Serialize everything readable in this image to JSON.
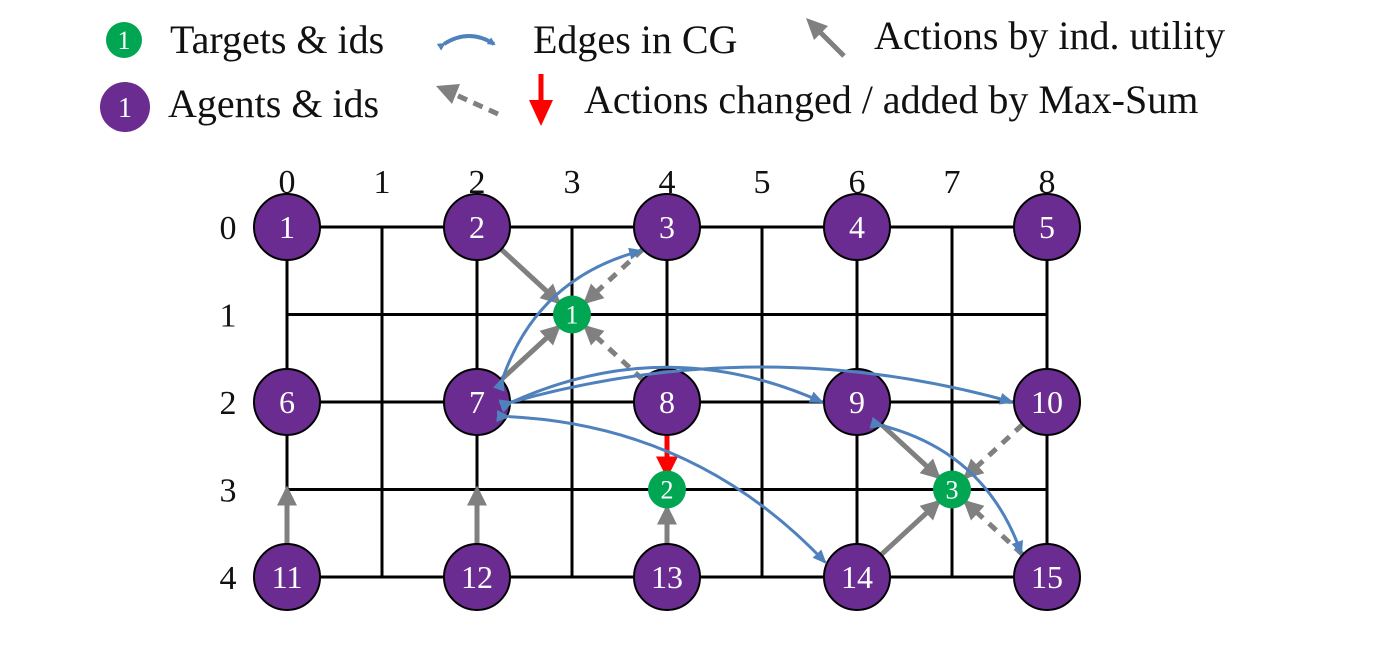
{
  "legend": {
    "targets": "Targets & ids",
    "edges": "Edges in CG",
    "ind_actions": "Actions by ind. utility",
    "agents": "Agents & ids",
    "maxsum_actions": "Actions changed / added by Max-Sum",
    "target_sample_id": "1",
    "agent_sample_id": "1"
  },
  "colors": {
    "target": "#00a651",
    "agent": "#6b2c91",
    "edge": "#4f81bd",
    "action": "#808080",
    "maxsum": "#ff0000",
    "grid": "#000000"
  },
  "grid": {
    "columns": [
      "0",
      "1",
      "2",
      "3",
      "4",
      "5",
      "6",
      "7",
      "8"
    ],
    "rows": [
      "0",
      "1",
      "2",
      "3",
      "4"
    ]
  },
  "agents": [
    {
      "id": "1",
      "col": 0,
      "row": 0
    },
    {
      "id": "2",
      "col": 2,
      "row": 0
    },
    {
      "id": "3",
      "col": 4,
      "row": 0
    },
    {
      "id": "4",
      "col": 6,
      "row": 0
    },
    {
      "id": "5",
      "col": 8,
      "row": 0
    },
    {
      "id": "6",
      "col": 0,
      "row": 2
    },
    {
      "id": "7",
      "col": 2,
      "row": 2
    },
    {
      "id": "8",
      "col": 4,
      "row": 2
    },
    {
      "id": "9",
      "col": 6,
      "row": 2
    },
    {
      "id": "10",
      "col": 8,
      "row": 2
    },
    {
      "id": "11",
      "col": 0,
      "row": 4
    },
    {
      "id": "12",
      "col": 2,
      "row": 4
    },
    {
      "id": "13",
      "col": 4,
      "row": 4
    },
    {
      "id": "14",
      "col": 6,
      "row": 4
    },
    {
      "id": "15",
      "col": 8,
      "row": 4
    }
  ],
  "targets": [
    {
      "id": "1",
      "col": 3,
      "row": 1
    },
    {
      "id": "2",
      "col": 4,
      "row": 3
    },
    {
      "id": "3",
      "col": 7,
      "row": 3
    }
  ],
  "cg_edges": [
    {
      "from": "7",
      "to": "3"
    },
    {
      "from": "7",
      "to": "9"
    },
    {
      "from": "7",
      "to": "10"
    },
    {
      "from": "7",
      "to": "14"
    },
    {
      "from": "9",
      "to": "15"
    }
  ],
  "actions_individual": [
    {
      "agent": "2",
      "target": "1"
    },
    {
      "agent": "7",
      "target": "1"
    },
    {
      "agent": "9",
      "target": "3"
    },
    {
      "agent": "14",
      "target": "3"
    },
    {
      "agent": "11",
      "dir": "up"
    },
    {
      "agent": "12",
      "dir": "up"
    },
    {
      "agent": "13",
      "target": "2"
    }
  ],
  "actions_maxsum_dashed": [
    {
      "agent": "3",
      "target": "1"
    },
    {
      "agent": "8",
      "target": "1"
    },
    {
      "agent": "10",
      "target": "3"
    },
    {
      "agent": "15",
      "target": "3"
    }
  ],
  "actions_maxsum_changed": [
    {
      "agent": "8",
      "target": "2"
    }
  ]
}
